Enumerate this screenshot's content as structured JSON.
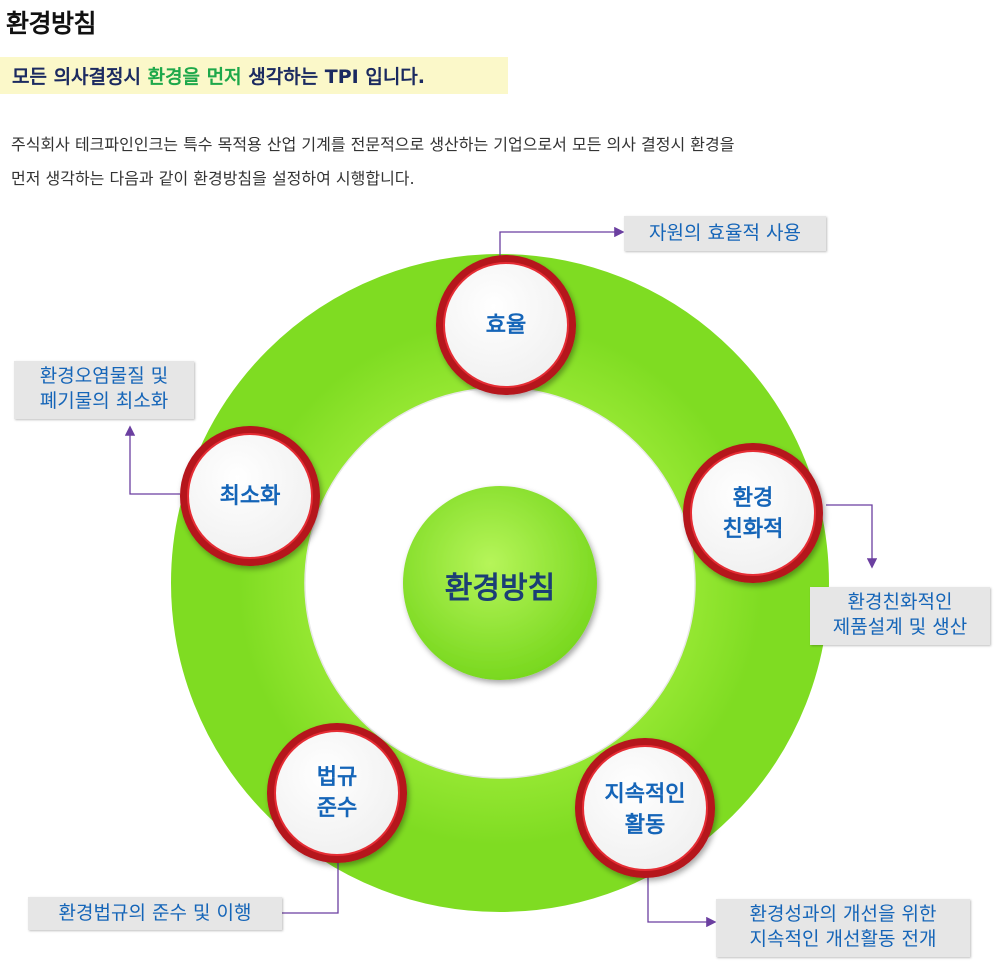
{
  "page": {
    "title": "환경방침"
  },
  "banner": {
    "part1": "모든 의사결정시 ",
    "highlight": "환경을 먼저",
    "part2": " 생각하는 ",
    "brand": "TPI",
    "part3": " 입니다."
  },
  "intro": {
    "line1": "주식회사 테크파인인크는  특수 목적용 산업 기계를 전문적으로 생산하는 기업으로서 모든 의사 결정시 환경을",
    "line2": "먼저 생각하는 다음과 같이 환경방침을 설정하여 시행합니다."
  },
  "diagram": {
    "center": "환경방침",
    "nodes": [
      {
        "lines": [
          "효율"
        ],
        "label": [
          "자원의 효율적 사용"
        ]
      },
      {
        "lines": [
          "환경",
          "친화적"
        ],
        "label": [
          "환경친화적인",
          "제품설계 및 생산"
        ]
      },
      {
        "lines": [
          "지속적인",
          "활동"
        ],
        "label": [
          "환경성과의 개선을 위한",
          "지속적인 개선활동 전개"
        ]
      },
      {
        "lines": [
          "법규",
          "준수"
        ],
        "label": [
          "환경법규의 준수 및 이행"
        ]
      },
      {
        "lines": [
          "최소화"
        ],
        "label": [
          "환경오염물질 및",
          "폐기물의 최소화"
        ]
      }
    ],
    "colors": {
      "ring": "#8fe62c",
      "node_border": "#d40f16",
      "node_text": "#1565b8",
      "label_bg": "#e6e6e6",
      "connector": "#6b3fa0"
    }
  }
}
